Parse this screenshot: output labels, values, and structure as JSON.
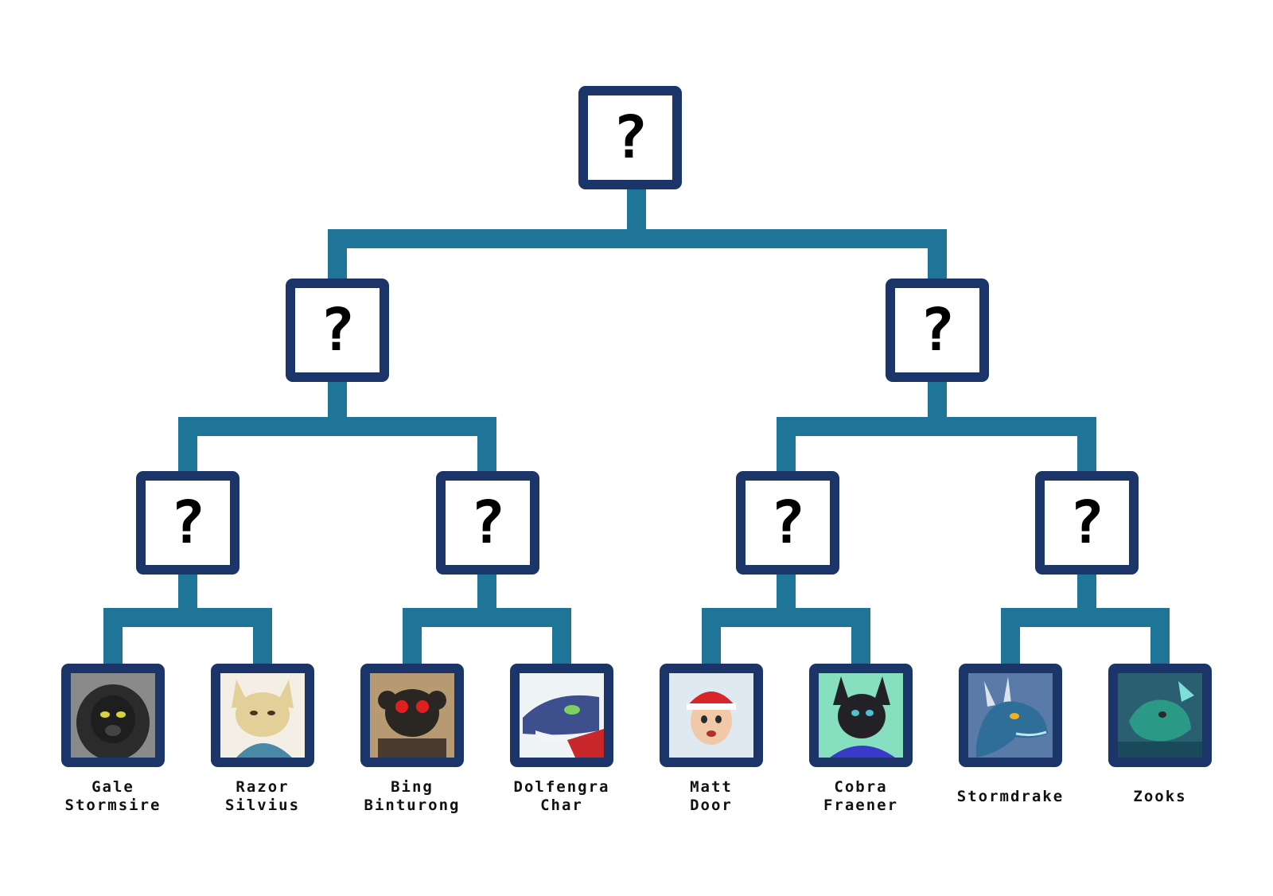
{
  "bracket": {
    "line_color": "#1f7598",
    "box_border_color": "#1b3568",
    "placeholder": "?",
    "final": {
      "label": "?"
    },
    "semifinals": [
      {
        "label": "?"
      },
      {
        "label": "?"
      }
    ],
    "quarterfinals": [
      {
        "label": "?"
      },
      {
        "label": "?"
      },
      {
        "label": "?"
      },
      {
        "label": "?"
      }
    ],
    "contestants": [
      {
        "line1": "Gale",
        "line2": "Stormsire",
        "icon": "black-lion-portrait-icon",
        "bg": "#8a8a8a",
        "main": "#1e1e1e",
        "accent": "#d8d33a"
      },
      {
        "line1": "Razor",
        "line2": "Silvius",
        "icon": "tan-fox-portrait-icon",
        "bg": "#f4efe4",
        "main": "#e3cf98",
        "accent": "#4a88a8"
      },
      {
        "line1": "Bing",
        "line2": "Binturong",
        "icon": "binturong-red-goggles-portrait-icon",
        "bg": "#b89a72",
        "main": "#2a2622",
        "accent": "#e02020"
      },
      {
        "line1": "Dolfengra",
        "line2": "Char",
        "icon": "shark-portrait-icon",
        "bg": "#eef3f6",
        "main": "#3d4f8c",
        "accent": "#c8282a"
      },
      {
        "line1": "Matt",
        "line2": "Door",
        "icon": "red-cap-trainer-portrait-icon",
        "bg": "#dfe9f0",
        "main": "#f2c9a8",
        "accent": "#d9242a"
      },
      {
        "line1": "Cobra",
        "line2": "Fraener",
        "icon": "black-dog-portrait-icon",
        "bg": "#86e0c0",
        "main": "#222226",
        "accent": "#3a3ac8"
      },
      {
        "line1": "Stormdrake",
        "line2": "",
        "icon": "blue-dragon-portrait-icon",
        "bg": "#5a7aa8",
        "main": "#2f6e98",
        "accent": "#bfe4f4"
      },
      {
        "line1": "Zooks",
        "line2": "",
        "icon": "green-dragon-portrait-icon",
        "bg": "#2a5f72",
        "main": "#2a9a86",
        "accent": "#7de0d8"
      }
    ]
  }
}
